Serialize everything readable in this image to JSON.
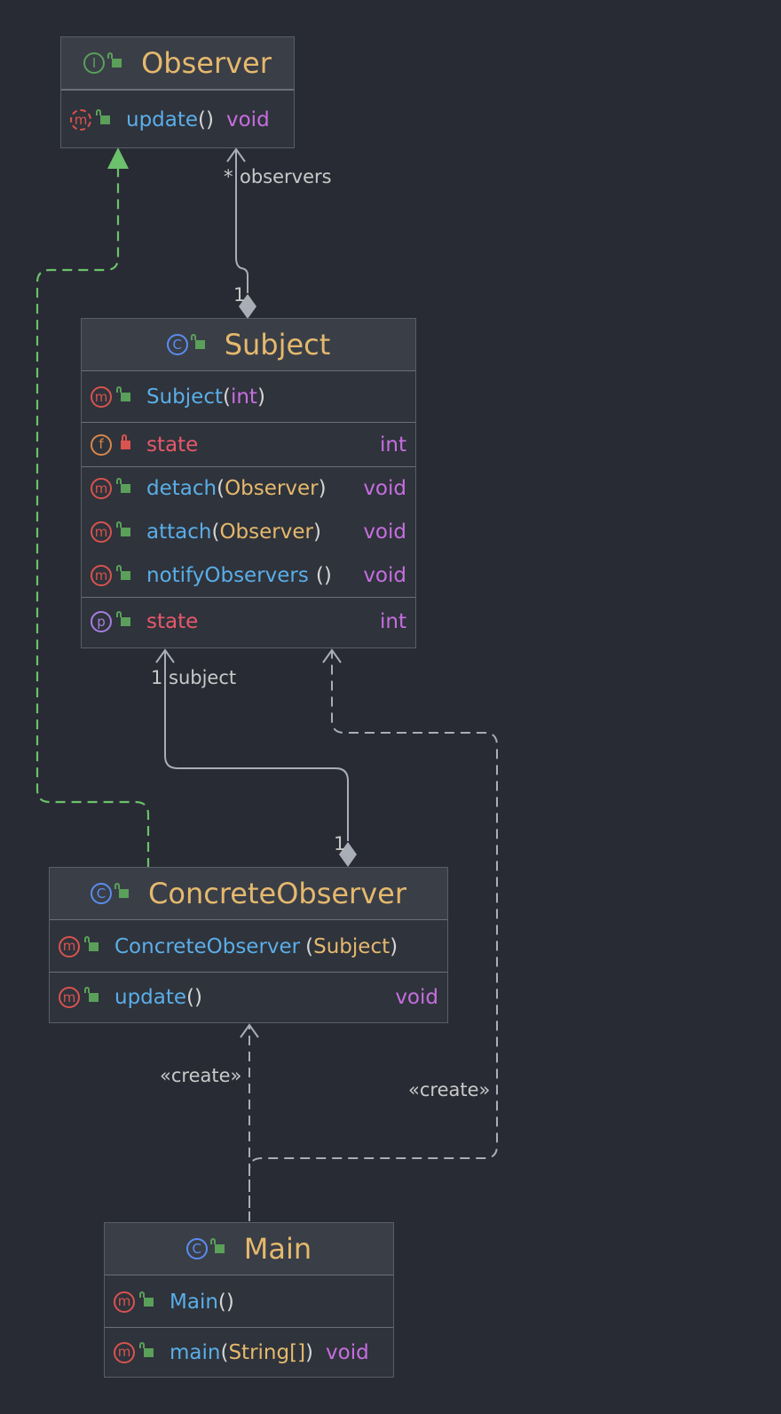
{
  "classes": {
    "observer": {
      "title": "Observer",
      "kind_icon": "I",
      "methods": [
        {
          "icon": "m",
          "name": "update",
          "params": "()",
          "ret": "void"
        }
      ]
    },
    "subject": {
      "title": "Subject",
      "kind_icon": "C",
      "constructor": {
        "icon": "m",
        "name": "Subject",
        "open": "(",
        "param": "int",
        "close": ")"
      },
      "field": {
        "icon": "f",
        "name": "state",
        "type": "int"
      },
      "methods": [
        {
          "icon": "m",
          "name": "detach",
          "open": "(",
          "param": "Observer",
          "close": ")",
          "ret": "void"
        },
        {
          "icon": "m",
          "name": "attach",
          "open": "(",
          "param": "Observer",
          "close": ")",
          "ret": "void"
        },
        {
          "icon": "m",
          "name": "notifyObservers",
          "params": "()",
          "ret": "void"
        }
      ],
      "property": {
        "icon": "p",
        "name": "state",
        "type": "int"
      }
    },
    "concrete_observer": {
      "title": "ConcreteObserver",
      "kind_icon": "C",
      "constructor": {
        "icon": "m",
        "name": "ConcreteObserver",
        "open": "(",
        "param": "Subject",
        "close": ")"
      },
      "methods": [
        {
          "icon": "m",
          "name": "update",
          "params": "()",
          "ret": "void"
        }
      ]
    },
    "main": {
      "title": "Main",
      "kind_icon": "C",
      "constructor": {
        "icon": "m",
        "name": "Main",
        "params": "()"
      },
      "methods": [
        {
          "icon": "m",
          "name": "main",
          "open": "(",
          "param": "String[]",
          "close": ")",
          "ret": "void"
        }
      ]
    }
  },
  "edge_labels": {
    "observers_mult": "*",
    "observers_role": "observers",
    "observers_owner_mult": "1",
    "subject_mult": "1",
    "subject_role": "subject",
    "subject_owner_mult": "1",
    "create_left": "«create»",
    "create_right": "«create»"
  },
  "colors": {
    "background": "#282b33",
    "class_name": "#e5b96d",
    "method_name": "#5aaee8",
    "keyword": "#c66ee0",
    "field_name": "#e8586a",
    "realization_edge": "#6cc16c",
    "association_edge": "#a9adb5"
  }
}
